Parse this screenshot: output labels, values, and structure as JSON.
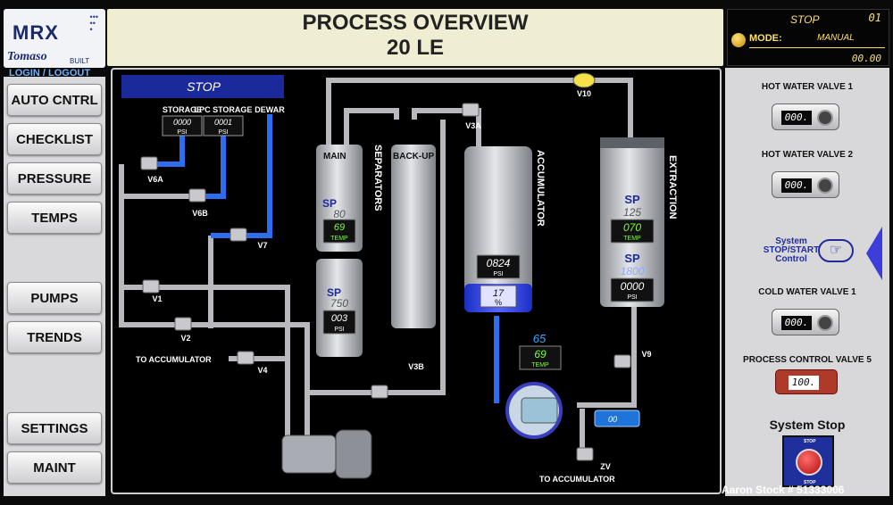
{
  "logo": {
    "brand": "MRX",
    "sub": "Tomaso",
    "built": "BUILT"
  },
  "login_label": "LOGIN / LOGOUT",
  "header": {
    "title_line1": "PROCESS OVERVIEW",
    "title_line2": "20 LE"
  },
  "status": {
    "state": "STOP",
    "number": "01",
    "mode_label": "MODE:",
    "mode_value": "MANUAL",
    "time": "00.00"
  },
  "nav": {
    "auto": "AUTO CNTRL",
    "checklist": "CHECKLIST",
    "pressure": "PRESSURE",
    "temps": "TEMPS",
    "pumps": "PUMPS",
    "trends": "TRENDS",
    "settings": "SETTINGS",
    "maint": "MAINT"
  },
  "diagram": {
    "stop_banner": "STOP",
    "storage_label": "STORAGE",
    "storage_value": "0000",
    "lpc_label": "LPC STORAGE",
    "lpc_value": "0001",
    "dewar_label": "DEWAR",
    "psi": "PSI",
    "temp": "TEMP",
    "sp": "SP",
    "main_label": "MAIN",
    "backup_label": "BACK-UP",
    "separators_label": "SEPARATORS",
    "main_sp": "80",
    "main_temp": "69",
    "main_sp2": "750",
    "main_psi": "003",
    "accumulator_label": "ACCUMULATOR",
    "acc_psi": "0824",
    "acc_level": "17",
    "acc_level_unit": "%",
    "acc_sp": "65",
    "acc_temp": "69",
    "extraction_label": "EXTRACTION",
    "ext_sp": "125",
    "ext_temp": "070",
    "ext_sp2": "1800",
    "ext_psi": "0000",
    "pump_speed": "00",
    "valves": {
      "v10": "V10",
      "v3a": "V3A",
      "v6a": "V6A",
      "v6b": "V6B",
      "v7": "V7",
      "v1": "V1",
      "v2": "V2",
      "v4": "V4",
      "v3b": "V3B",
      "v9": "V9",
      "zv": "ZV"
    },
    "to_accumulator": "TO ACCUMULATOR",
    "to_accumulator_2": "TO ACCUMULATOR"
  },
  "right_panel": {
    "hot_valve_1": {
      "label": "HOT WATER VALVE 1",
      "value": "000."
    },
    "hot_valve_2": {
      "label": "HOT WATER VALVE 2",
      "value": "000."
    },
    "system_control": {
      "line1": "System",
      "line2": "STOP/START",
      "line3": "Control"
    },
    "cold_valve_1": {
      "label": "COLD WATER VALVE 1",
      "value": "000."
    },
    "pcv5": {
      "label": "PROCESS CONTROL VALVE 5",
      "value": "100."
    },
    "system_stop": "System Stop",
    "estop_text": "STOP"
  },
  "watermark": "Aaron Stock # 51333006",
  "colors": {
    "pipe": "#b9b9bd",
    "blue_pipe": "#2d6df0",
    "title_bg": "#f0eed2",
    "status_text": "#ffe066",
    "vessel": "#c5c8cc"
  }
}
